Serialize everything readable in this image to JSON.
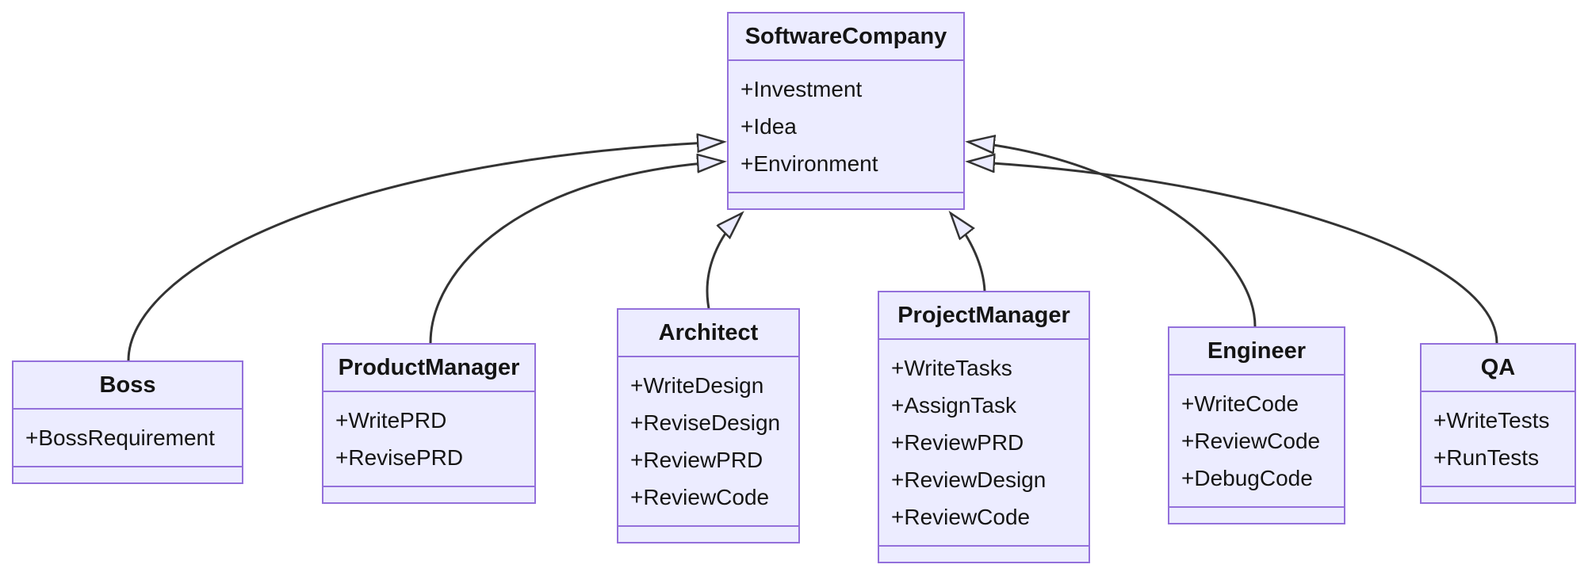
{
  "diagram": {
    "kind": "uml-class-diagram",
    "colors": {
      "node_fill": "#ECECFF",
      "node_border": "#9370DB",
      "edge_stroke": "#333333",
      "text": "#141414",
      "background": "#FFFFFF"
    },
    "classes": [
      {
        "id": "software-company",
        "name": "SoftwareCompany",
        "members": [
          "+Investment",
          "+Idea",
          "+Environment"
        ]
      },
      {
        "id": "boss",
        "name": "Boss",
        "members": [
          "+BossRequirement"
        ]
      },
      {
        "id": "product-manager",
        "name": "ProductManager",
        "members": [
          "+WritePRD",
          "+RevisePRD"
        ]
      },
      {
        "id": "architect",
        "name": "Architect",
        "members": [
          "+WriteDesign",
          "+ReviseDesign",
          "+ReviewPRD",
          "+ReviewCode"
        ]
      },
      {
        "id": "project-manager",
        "name": "ProjectManager",
        "members": [
          "+WriteTasks",
          "+AssignTask",
          "+ReviewPRD",
          "+ReviewDesign",
          "+ReviewCode"
        ]
      },
      {
        "id": "engineer",
        "name": "Engineer",
        "members": [
          "+WriteCode",
          "+ReviewCode",
          "+DebugCode"
        ]
      },
      {
        "id": "qa",
        "name": "QA",
        "members": [
          "+WriteTests",
          "+RunTests"
        ]
      }
    ],
    "relations": [
      {
        "from": "Boss",
        "to": "SoftwareCompany",
        "type": "inheritance"
      },
      {
        "from": "ProductManager",
        "to": "SoftwareCompany",
        "type": "inheritance"
      },
      {
        "from": "Architect",
        "to": "SoftwareCompany",
        "type": "inheritance"
      },
      {
        "from": "ProjectManager",
        "to": "SoftwareCompany",
        "type": "inheritance"
      },
      {
        "from": "Engineer",
        "to": "SoftwareCompany",
        "type": "inheritance"
      },
      {
        "from": "QA",
        "to": "SoftwareCompany",
        "type": "inheritance"
      }
    ]
  }
}
